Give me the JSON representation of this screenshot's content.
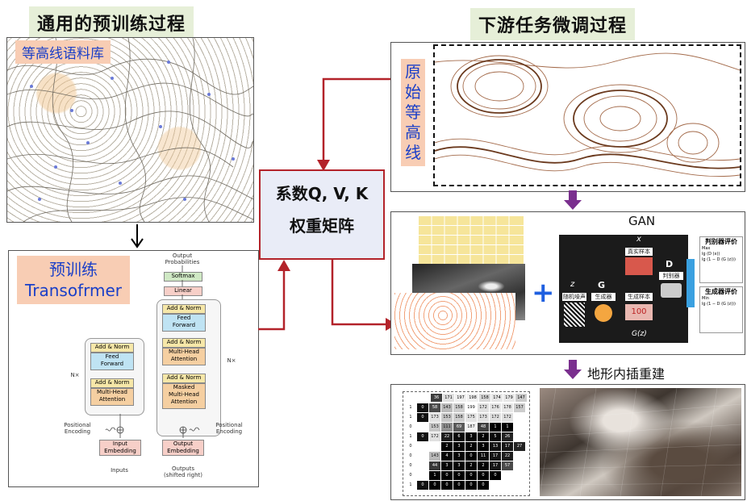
{
  "pretrain": {
    "title": "通用的预训练过程",
    "corpus_label": "等高线语料库",
    "model_label_line1": "预训练",
    "model_label_line2": "Transofrmer"
  },
  "transformer": {
    "output_probabilities": "Output\nProbabilities",
    "softmax": "Softmax",
    "linear": "Linear",
    "add_norm": "Add & Norm",
    "feed_forward": "Feed\nForward",
    "multi_head_attention": "Multi-Head\nAttention",
    "masked_multi_head_attention": "Masked\nMulti-Head\nAttention",
    "nx": "N×",
    "positional_encoding": "Positional\nEncoding",
    "input_embedding": "Input\nEmbedding",
    "output_embedding": "Output\nEmbedding",
    "inputs": "Inputs",
    "outputs": "Outputs\n(shifted right)"
  },
  "center": {
    "line1": "系数Q, V, K",
    "line2": "权重矩阵"
  },
  "finetune": {
    "title": "下游任务微调过程",
    "original_contour_label": [
      "原",
      "始",
      "等",
      "高",
      "线"
    ],
    "gan_label": "GAN",
    "plus": "+",
    "reconstruct_label": "地形内插重建"
  },
  "gan": {
    "z": "z",
    "noise": "随机噪声",
    "g": "G",
    "generator": "生成器",
    "x": "x",
    "real_sample": "真实样本",
    "fake_sample": "生成样本",
    "d": "D",
    "discriminator": "判别器",
    "real_eval_title": "判别器评价",
    "real_eval_formula": "Max\nlg (D (x))\nlg (1 − D (G (z)))",
    "gen_eval_title": "生成器评价",
    "gen_eval_formula": "Min\nlg (1 − D (G (z)))",
    "gz": "G(z)",
    "bill": "100"
  },
  "grid": {
    "top_row": [
      "36",
      "171",
      "197",
      "198",
      "158",
      "174",
      "179",
      "147"
    ],
    "rows": [
      [
        "1",
        "0",
        "58",
        "143",
        "158",
        "199",
        "172",
        "176",
        "178",
        "157"
      ],
      [
        "1",
        "0",
        "173",
        "153",
        "158",
        "175",
        "173",
        "172",
        "172"
      ],
      [
        "0",
        "",
        "153",
        "111",
        "69",
        "187",
        "48",
        "1",
        "1"
      ],
      [
        "1",
        "0",
        "172",
        "22",
        "6",
        "3",
        "2",
        "5",
        "26"
      ],
      [
        "0",
        "",
        "",
        "2",
        "3",
        "2",
        "3",
        "13",
        "17",
        "27"
      ],
      [
        "0",
        "",
        "143",
        "4",
        "3",
        "0",
        "11",
        "17",
        "22"
      ],
      [
        "0",
        "",
        "44",
        "3",
        "3",
        "2",
        "2",
        "17",
        "57"
      ],
      [
        "0",
        "",
        "1",
        "0",
        "0",
        "0",
        "0",
        "0"
      ],
      [
        "1",
        "0",
        "0",
        "0",
        "0",
        "0",
        "0"
      ]
    ]
  },
  "colors": {
    "arrow_red": "#b3232a",
    "arrow_purple": "#7a2f8e",
    "title_bg": "#e6efd8",
    "label_bg": "#f8cdb4",
    "label_text": "#1a3fc8",
    "plus_blue": "#1e5fe0"
  }
}
